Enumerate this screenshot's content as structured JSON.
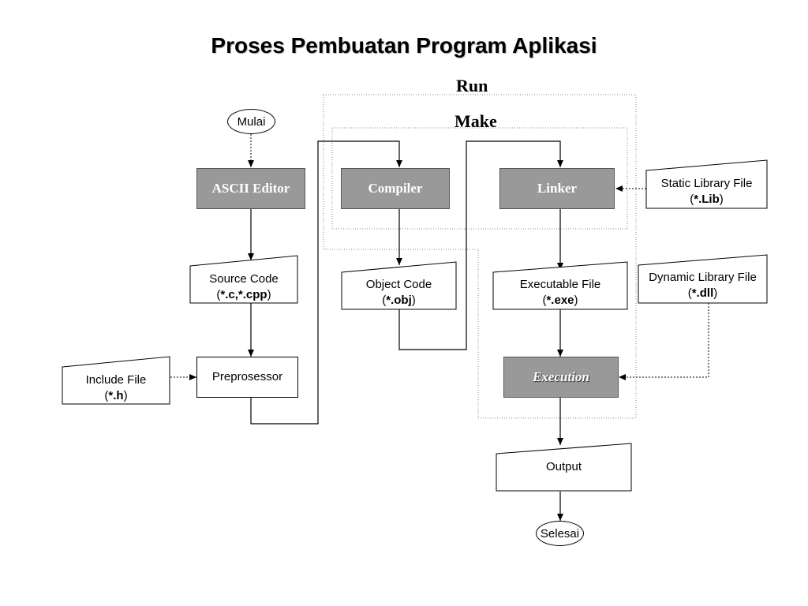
{
  "title": "Proses Pembuatan Program Aplikasi",
  "groups": {
    "run": "Run",
    "make": "Make"
  },
  "nodes": {
    "mulai": "Mulai",
    "ascii_editor": "ASCII Editor",
    "compiler": "Compiler",
    "linker": "Linker",
    "source_code": {
      "line1": "Source Code",
      "open": "(",
      "ext": "*.c,*.cpp",
      "close": ")"
    },
    "object_code": {
      "line1": "Object Code",
      "open": "(",
      "ext": "*.obj",
      "close": ")"
    },
    "executable_file": {
      "line1": "Executable File",
      "open": "(",
      "ext": "*.exe",
      "close": ")"
    },
    "static_library": {
      "line1": "Static Library File",
      "open": "(",
      "ext": "*.Lib",
      "close": ")"
    },
    "dynamic_library": {
      "line1": "Dynamic Library File",
      "open": "(",
      "ext": "*.dll",
      "close": ")"
    },
    "include_file": {
      "line1": "Include File",
      "open": "(",
      "ext": "*.h",
      "close": ")"
    },
    "preprosessor": "Preprosessor",
    "execution": "Execution",
    "output": "Output",
    "selesai": "Selesai"
  },
  "colors": {
    "process_fill": "#999999",
    "line": "#000000",
    "dotted": "#888888"
  }
}
